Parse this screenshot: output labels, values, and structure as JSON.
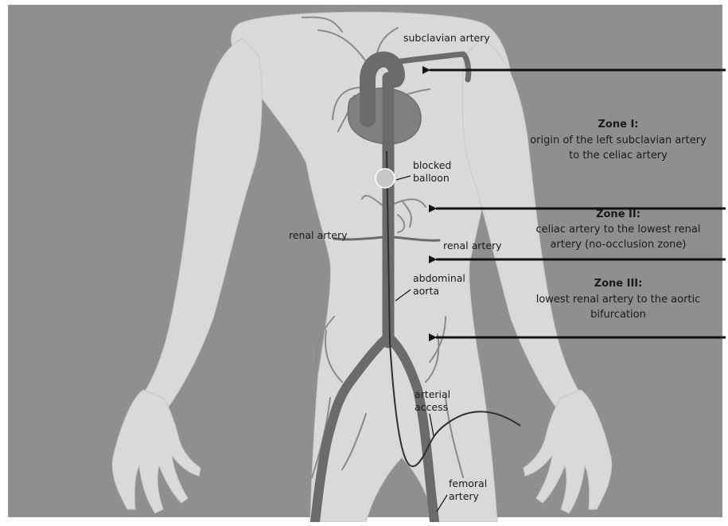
{
  "labels": {
    "subclavian": "subclavian artery",
    "blocked_1": "blocked",
    "blocked_2": "balloon",
    "renal_left": "renal artery",
    "renal_right": "renal artery",
    "abdominal_1": "abdominal",
    "abdominal_2": "aorta",
    "access_1": "arterial",
    "access_2": "access",
    "femoral_1": "femoral",
    "femoral_2": "artery"
  },
  "zones": [
    {
      "title": "Zone I:",
      "lines": [
        "origin of the left subclavian artery",
        "to the celiac artery"
      ]
    },
    {
      "title": "Zone II:",
      "lines": [
        "celiac artery to the lowest renal",
        "artery (no-occlusion zone)"
      ]
    },
    {
      "title": "Zone III:",
      "lines": [
        "lowest renal artery to the aortic",
        "bifurcation"
      ]
    }
  ],
  "colors": {
    "background": "#8f8f8f",
    "body": "#d9d9d9",
    "artery": "#6b6b6b",
    "arrow": "#111111"
  }
}
